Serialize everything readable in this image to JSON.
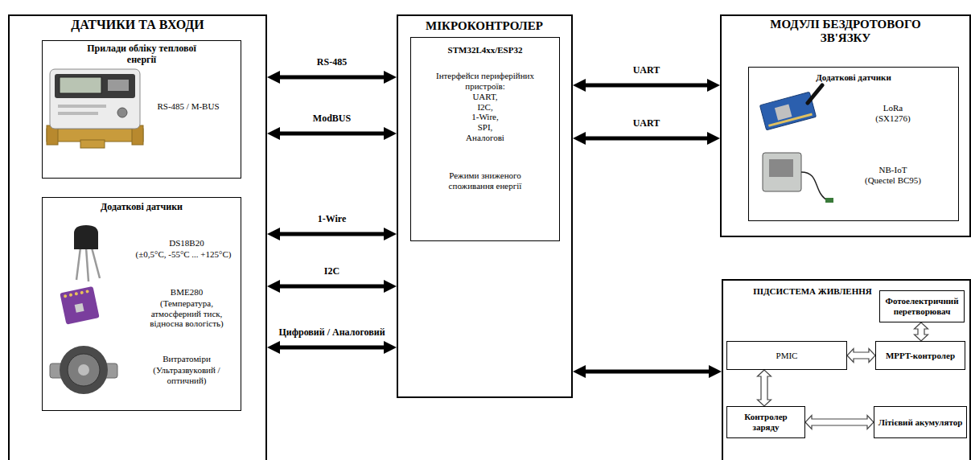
{
  "diagram": {
    "nodes": [
      {
        "text": [
          "ДАТЧИКИ ТА ВХОДИ"
        ]
      },
      {
        "text": [
          "Прилади обліку теплової енергії",
          "RS-485 / M-BUS"
        ],
        "in": 0
      },
      {
        "text": [
          "Додаткові датчики",
          "DS18B20",
          "(±0,5°C, -55°C ... +125°C)",
          "BME280",
          "(Температура, атмосферний тиск, відносна вологість)",
          "Витратоміри",
          "(Ультразвуковий / оптичний)"
        ],
        "in": 0
      },
      {
        "text": [
          "МІКРОКОНТРОЛЕР"
        ]
      },
      {
        "text": [
          "STM32L4xx/ESP32",
          "Інтерфейси периферійних пристроїв:",
          "UART, I2C, 1-Wire, SPI, Аналогові",
          "Режими зниженого споживання енергії"
        ],
        "in": 3
      },
      {
        "text": [
          "МОДУЛІ БЕЗДРОТОВОГО ЗВ'ЯЗКУ"
        ]
      },
      {
        "text": [
          "Додаткові датчики",
          "LoRa",
          "(SX1276)",
          "NB-IoT",
          "(Quectel BC95)"
        ],
        "in": 5
      },
      {
        "text": [
          "ПІДСИСТЕМА ЖИВЛЕННЯ"
        ]
      },
      {
        "text": [
          "Фотоелектричний перетворювач"
        ],
        "in": 7
      },
      {
        "text": [
          "PMIC"
        ],
        "in": 7
      },
      {
        "text": [
          "MPPT-контролер"
        ],
        "in": 7
      },
      {
        "text": [
          "Контролер заряду"
        ],
        "in": 7
      },
      {
        "text": [
          "Літієвий акумулятор"
        ],
        "in": 7
      }
    ],
    "edges": [
      {
        "from": 0,
        "to": 3,
        "label": "RS-485",
        "arrow": "both"
      },
      {
        "from": 0,
        "to": 3,
        "label": "ModBUS",
        "arrow": "both"
      },
      {
        "from": 0,
        "to": 3,
        "label": "1-Wire",
        "arrow": "both"
      },
      {
        "from": 0,
        "to": 3,
        "label": "I2C",
        "arrow": "both"
      },
      {
        "from": 0,
        "to": 3,
        "label": "Цифровий / Аналоговий",
        "arrow": "both"
      },
      {
        "from": 3,
        "to": 5,
        "label": "UART",
        "arrow": "both"
      },
      {
        "from": 3,
        "to": 5,
        "label": "UART",
        "arrow": "both"
      },
      {
        "from": 3,
        "to": 7,
        "arrow": "both"
      },
      {
        "from": 8,
        "to": 10,
        "arrow": "both"
      },
      {
        "from": 9,
        "to": 10,
        "arrow": "both"
      },
      {
        "from": 9,
        "to": 11,
        "arrow": "both"
      },
      {
        "from": 11,
        "to": 12,
        "arrow": "both"
      }
    ]
  }
}
